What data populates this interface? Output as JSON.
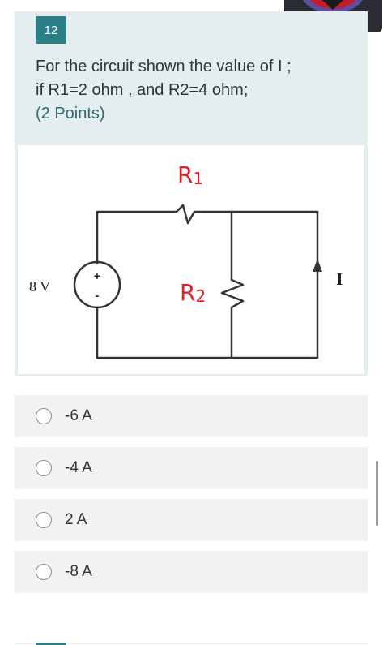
{
  "question": {
    "number": "12",
    "text_line1": "For the circuit shown the value of I ;",
    "text_line2": "if R1=2 ohm , and R2=4 ohm;",
    "points": "(2 Points)"
  },
  "figure": {
    "r1_label": "R",
    "r1_sub": "1",
    "r2_label": "R",
    "r2_sub": "2",
    "source_label": "8 V",
    "source_plus": "+",
    "source_minus": "-",
    "current_label": "I"
  },
  "options": [
    {
      "label": "-6 A"
    },
    {
      "label": "-4 A"
    },
    {
      "label": "2 A"
    },
    {
      "label": "-8 A"
    }
  ],
  "colors": {
    "accent": "#2c7f86",
    "resistor_label": "#e02020"
  }
}
